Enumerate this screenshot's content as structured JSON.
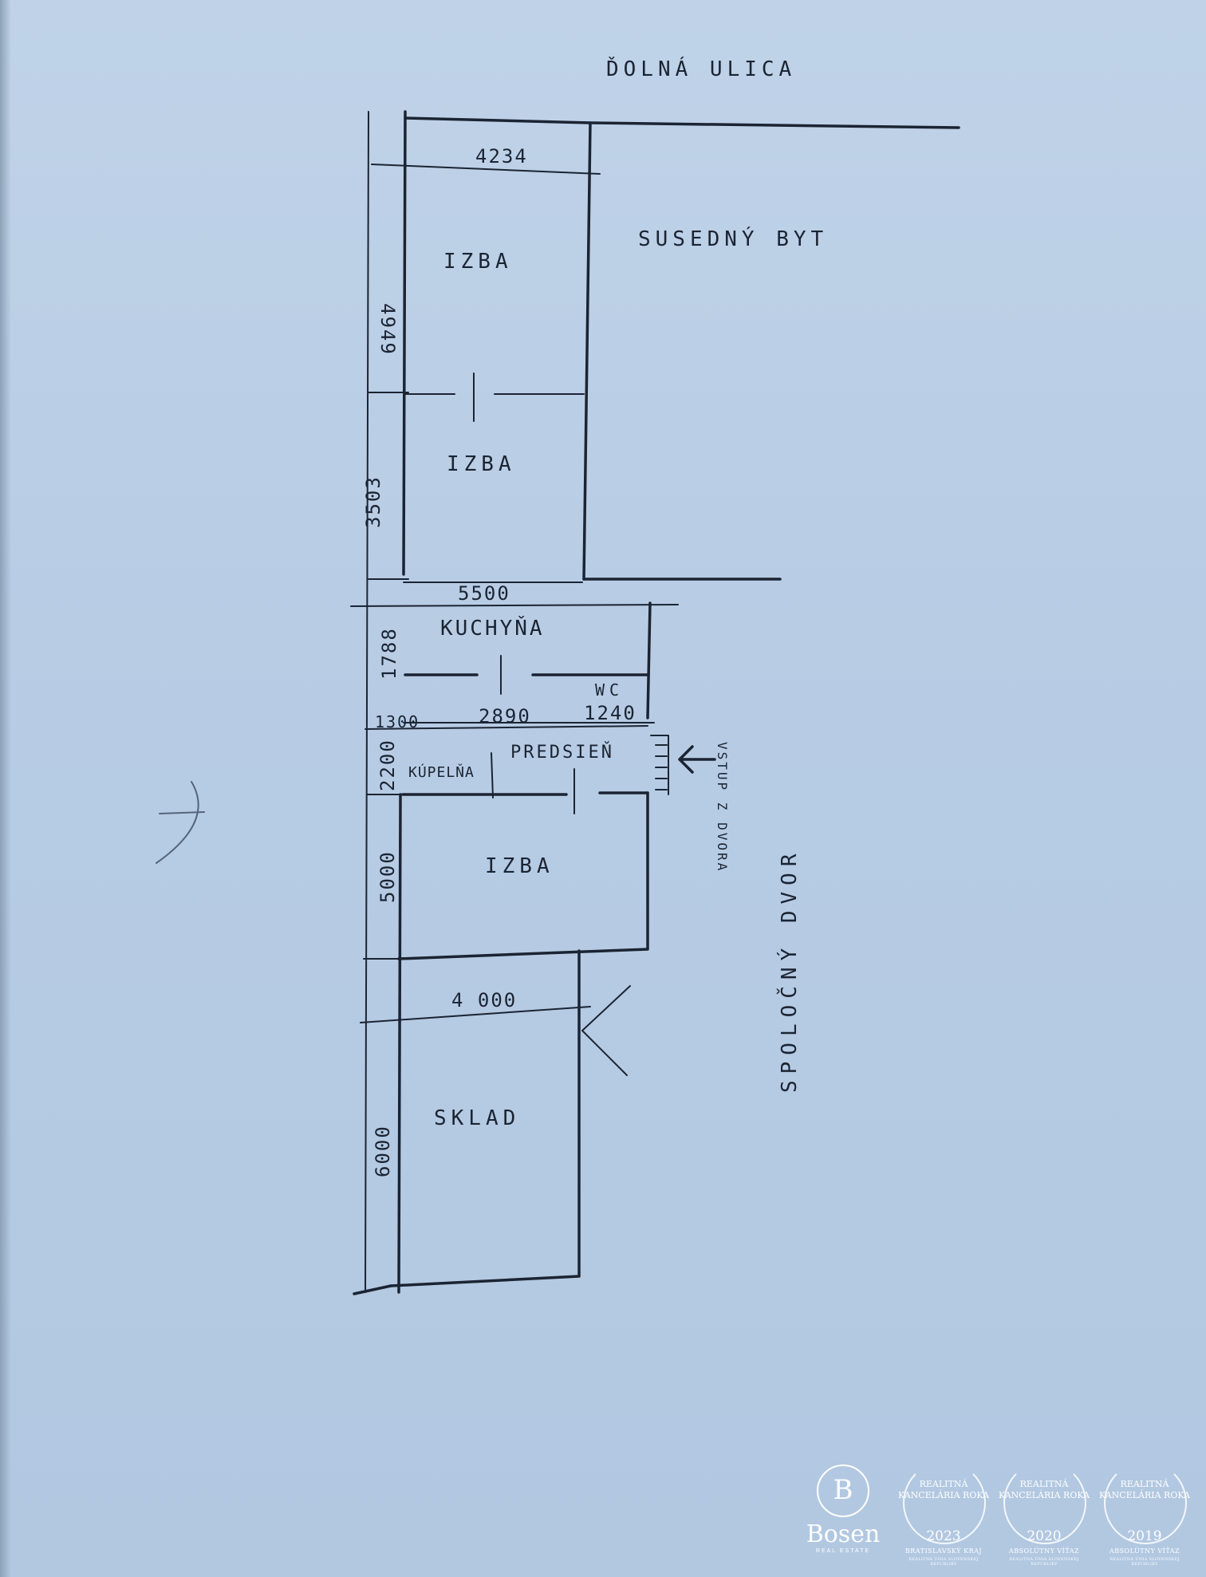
{
  "plan": {
    "street": "ĎOLNÁ ULICA",
    "neighbor": "SUSEDNÝ BYT",
    "courtyard": "SPOLOČNÝ DVOR",
    "entry": "VSTUP Z DVORA",
    "rooms": {
      "izba1": "IZBA",
      "izba2": "IZBA",
      "kuchyna": "KUCHYŇA",
      "wc": "WC",
      "predsien": "PREDSIEŇ",
      "kupelna": "KÚPELŇA",
      "izba3": "IZBA",
      "sklad": "SKLAD"
    },
    "dims": {
      "top_width": "4234",
      "izba1_len": "4949",
      "izba2_len": "3503",
      "kitchen_width": "5500",
      "kitchen_len": "1788",
      "bath_small": "1300",
      "hall_width": "2890",
      "wc_width": "1240",
      "bath_len": "2200",
      "izba3_len": "5000",
      "store_width": "4 000",
      "store_len": "6000"
    }
  },
  "footer": {
    "brand_mark": "B",
    "brand": "Bosen",
    "brand_sub": "REAL ESTATE",
    "awards": [
      {
        "title": "REALITNÁ KANCELÁRIA ROKA",
        "year": "2023",
        "region": "BRATISLAVSKÝ KRAJ",
        "note": "REALITNÁ ÚNIA SLOVENSKEJ REPUBLIKY"
      },
      {
        "title": "REALITNÁ KANCELÁRIA ROKA",
        "year": "2020",
        "region": "ABSOLÚTNY VÍŤAZ",
        "note": "REALITNÁ ÚNIA SLOVENSKEJ REPUBLIKY"
      },
      {
        "title": "REALITNÁ KANCELÁRIA ROKA",
        "year": "2019",
        "region": "ABSOLÚTNY VÍŤAZ",
        "note": "REALITNÁ ÚNIA SLOVENSKEJ REPUBLIKY"
      }
    ]
  }
}
